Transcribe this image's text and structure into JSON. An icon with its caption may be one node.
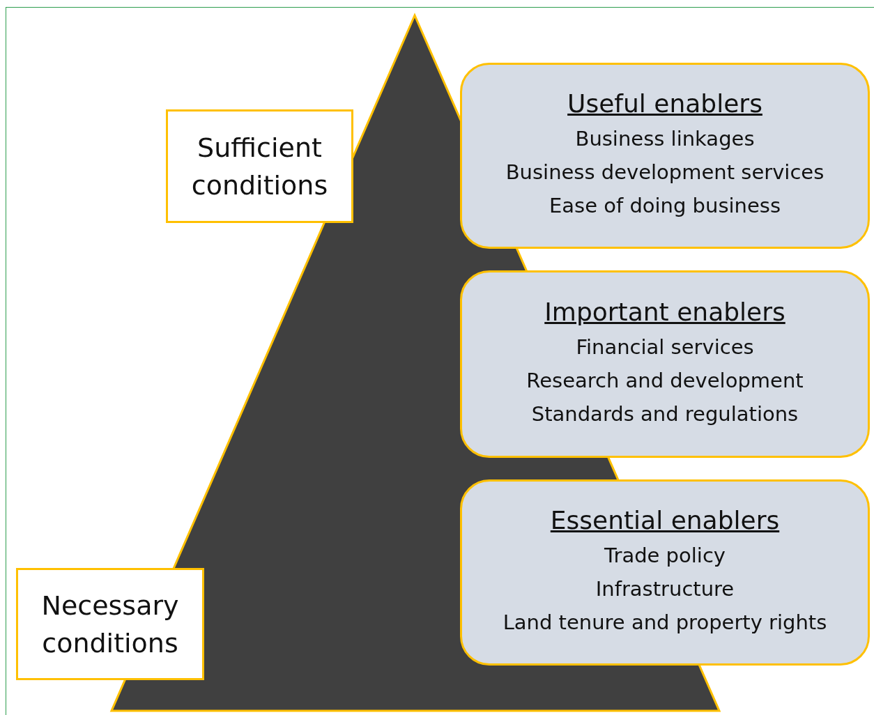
{
  "diagram": {
    "nodes": [
      {
        "text": [
          "Useful enablers",
          "Business linkages",
          "Business development services",
          "Ease of doing business"
        ]
      },
      {
        "text": [
          "Sufficient conditions"
        ]
      },
      {
        "text": [
          "Important enablers",
          "Financial services",
          "Research and development",
          "Standards and regulations"
        ]
      },
      {
        "text": [
          "Essential enablers",
          "Trade policy",
          "Infrastructure",
          "Land tenure and property rights"
        ]
      },
      {
        "text": [
          "Necessary conditions"
        ]
      }
    ],
    "edges": []
  }
}
